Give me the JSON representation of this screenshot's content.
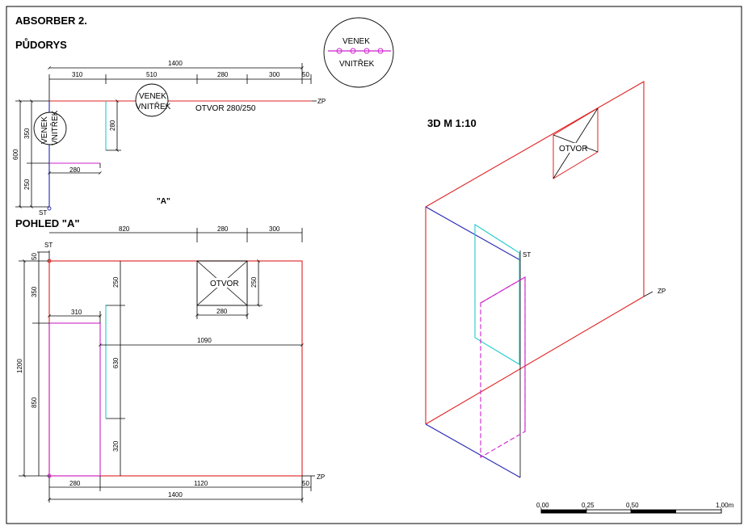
{
  "titles": {
    "sheet": "ABSORBER 2.",
    "plan": "PŮDORYS",
    "view": "POHLED \"A\"",
    "view_marker": "\"A\"",
    "three_d": "3D   M 1:10"
  },
  "labels": {
    "outside": "VENEK",
    "inside": "VNITŘEK",
    "opening": "OTVOR",
    "opening_size": "OTVOR 280/250",
    "st": "ST",
    "zp": "ZP"
  },
  "plan_dims": {
    "total_width": "1400",
    "seg_a": "310",
    "seg_b": "510",
    "seg_c": "280",
    "seg_d": "300",
    "seg_e": "50",
    "left_total": "600",
    "left_top": "350",
    "left_bottom": "250",
    "inner_height": "280",
    "inner_width": "280"
  },
  "view_dims": {
    "top_a": "820",
    "top_b": "280",
    "top_c": "300",
    "left_total": "1200",
    "left_top": "350",
    "left_bottom": "850",
    "top_small": "50",
    "inner_width": "310",
    "opening_v_a": "250",
    "opening_v_b": "250",
    "opening_width": "280",
    "long_width": "1090",
    "strip_height": "630",
    "strip_bottom": "320",
    "bottom_a": "280",
    "bottom_b": "1120",
    "bottom_total": "1400",
    "bottom_small": "50"
  },
  "scale": {
    "t0": "0,00",
    "t1": "0,25",
    "t2": "0,50",
    "t3": "1,00m"
  }
}
